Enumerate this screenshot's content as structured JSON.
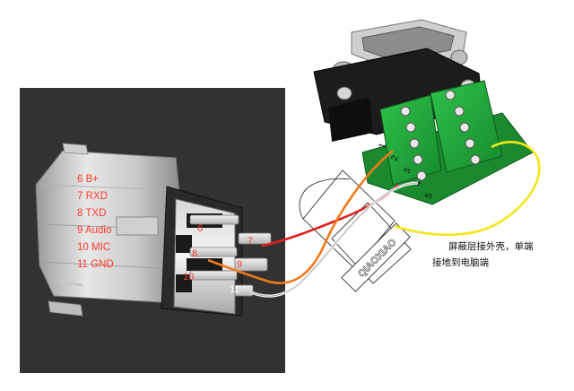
{
  "pin_labels": [
    {
      "num": "6",
      "name": "B+"
    },
    {
      "num": "7",
      "name": "RXD"
    },
    {
      "num": "8",
      "name": "TXD"
    },
    {
      "num": "9",
      "name": "Audio"
    },
    {
      "num": "10",
      "name": "MIC"
    },
    {
      "num": "11",
      "name": "GND"
    }
  ],
  "pin_numbers": [
    "6",
    "7",
    "8",
    "9",
    "10",
    "11"
  ],
  "terminal_numbers": [
    "1",
    "2",
    "3",
    "4",
    "5"
  ],
  "brand_text": "QIAOXIAO",
  "shield_note": {
    "line1": "屏蔽层接外壳，单端",
    "line2": "接地到电脑端"
  },
  "colors": {
    "photo_bg": "#2e2e30",
    "terminal_green": "#1fa83a",
    "wire_red": "#e0201e",
    "wire_orange": "#f07a1a",
    "wire_white": "#f2f2f2",
    "wire_yellow": "#f3e61a",
    "label_red": "#ff3b2f"
  }
}
